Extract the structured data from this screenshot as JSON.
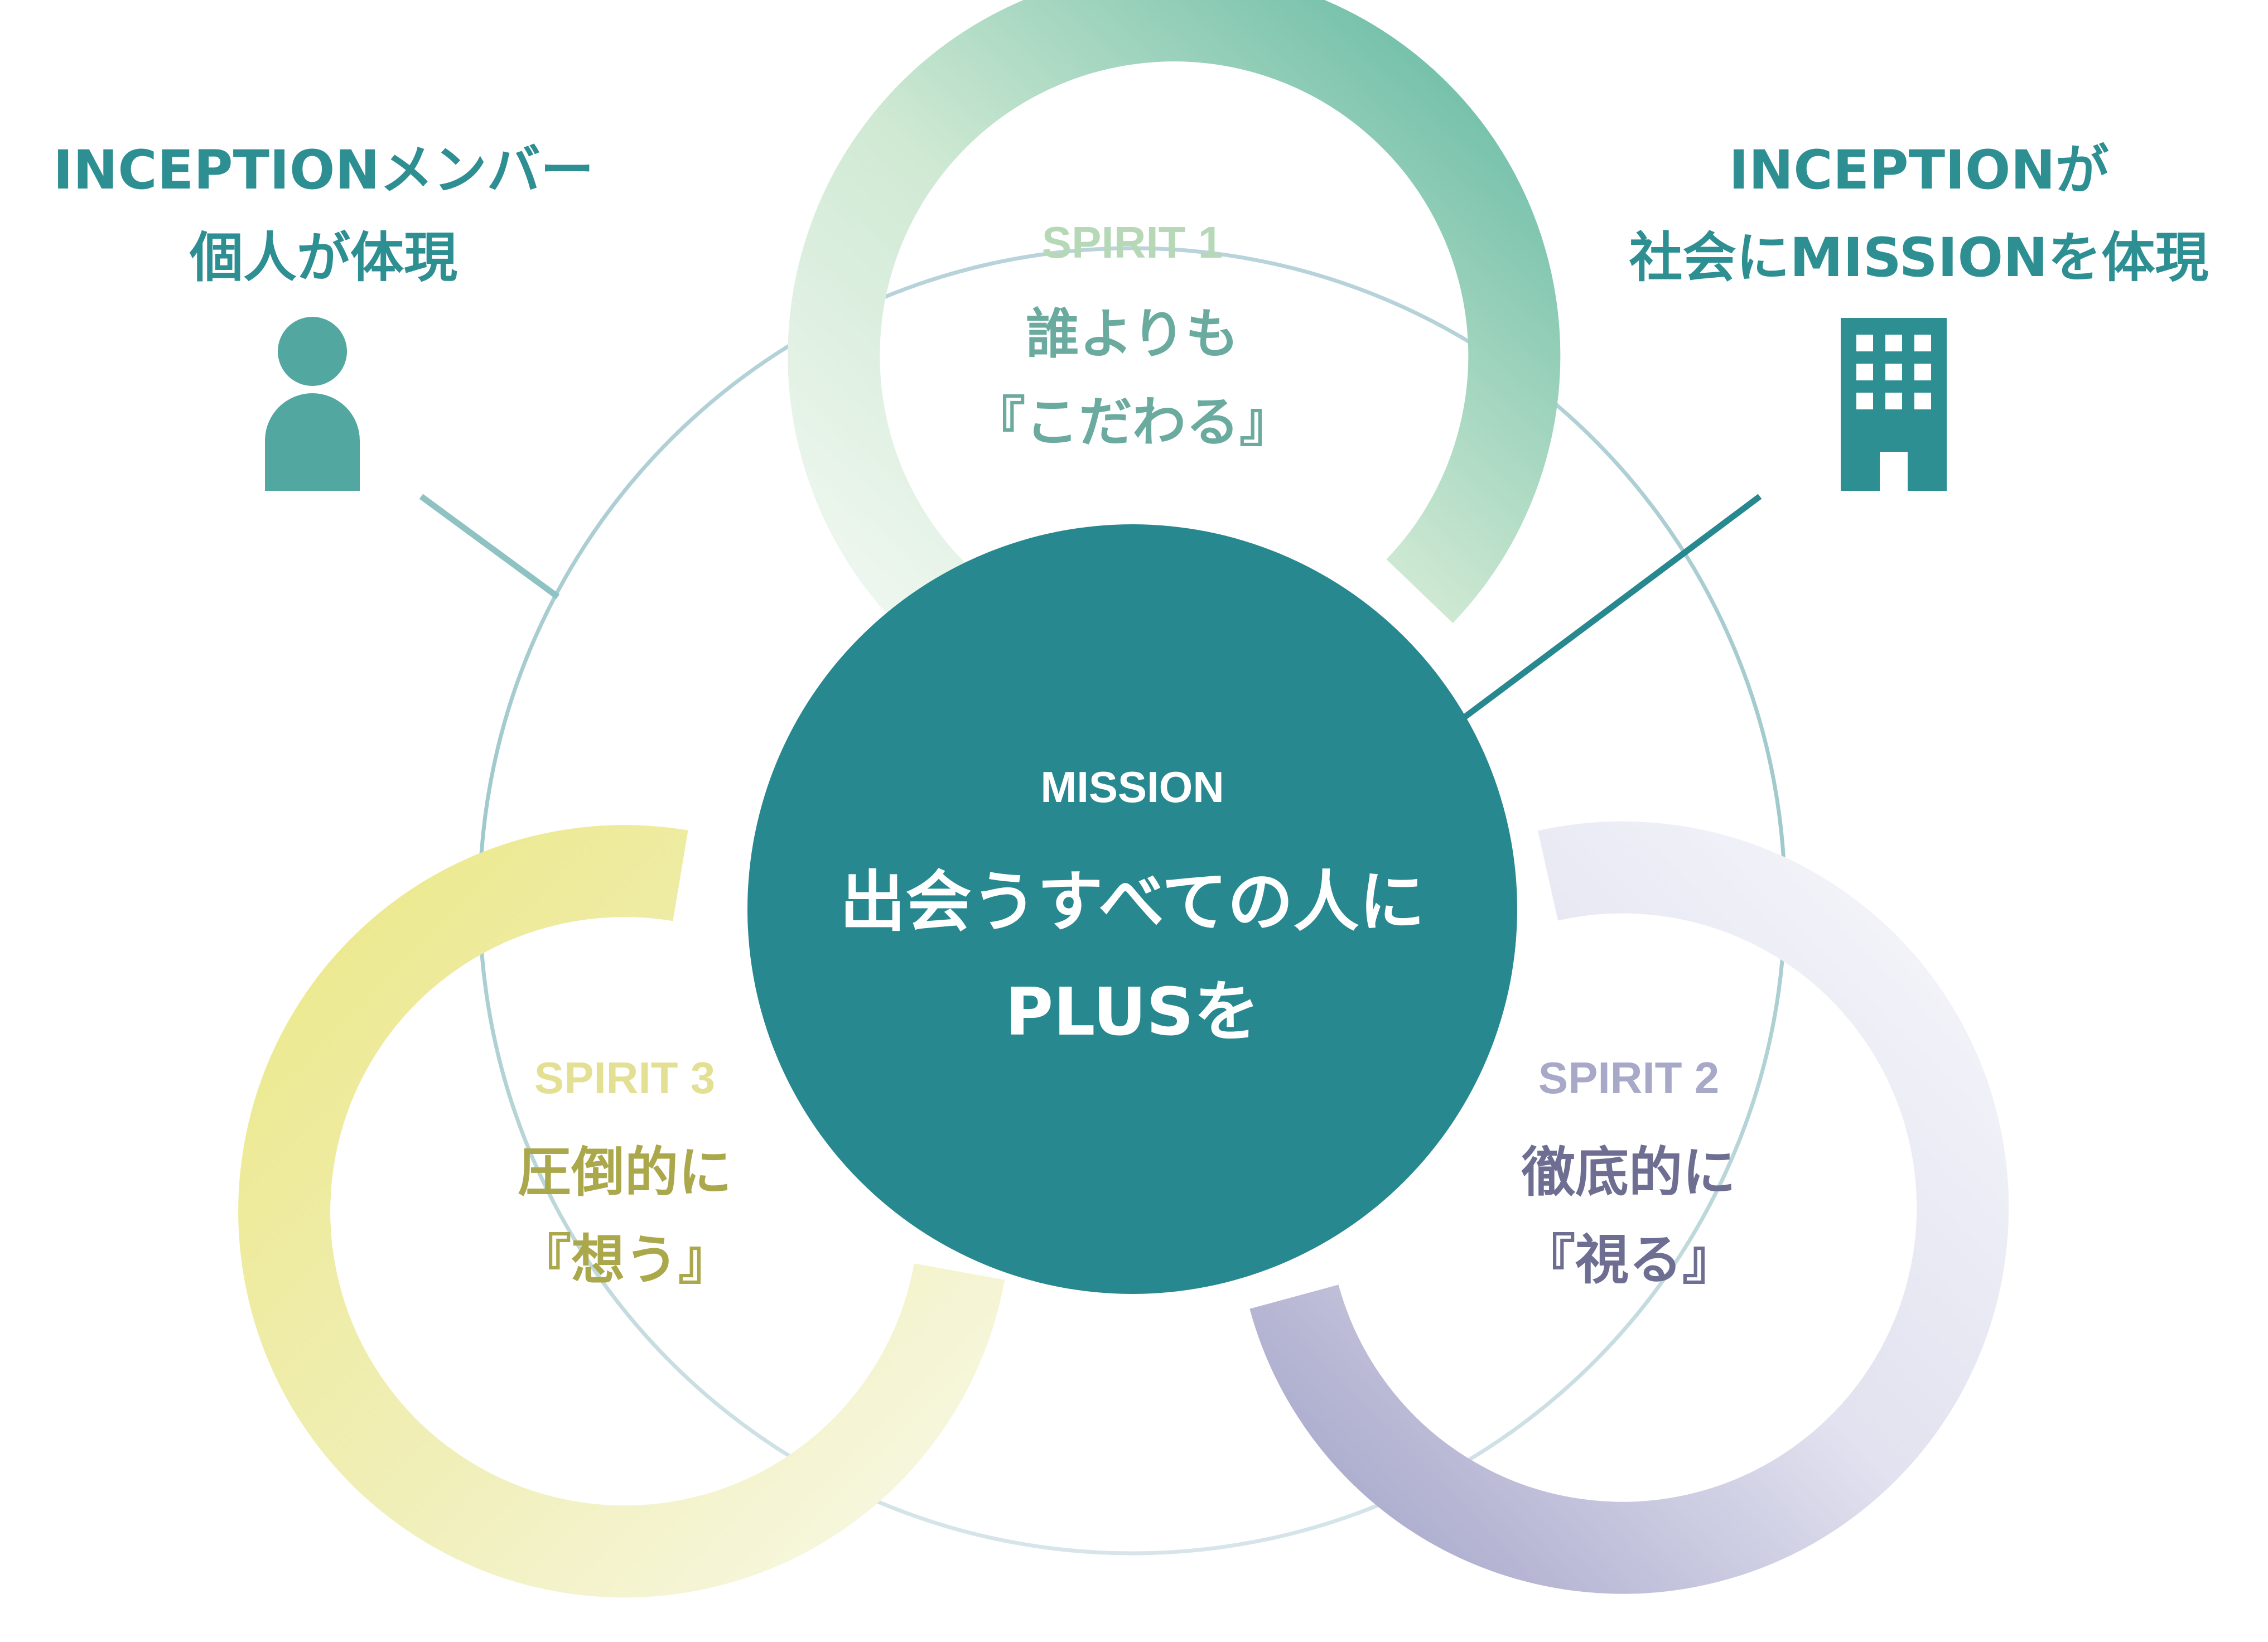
{
  "colors": {
    "teal": "#27888f",
    "teal_label": "#2e8f93",
    "spirit1_tag": "#b7d8b7",
    "spirit1_text": "#6aaa9f",
    "spirit2_tag": "#a8a8c8",
    "spirit2_text": "#6e6e92",
    "spirit3_tag": "#e3e093",
    "spirit3_text": "#aaa84a"
  },
  "left_label": {
    "line1": "INCEPTIONメンバー",
    "line2": "個人が体現",
    "icon": "person-icon"
  },
  "right_label": {
    "line1": "INCEPTIONが",
    "line2": "社会にMISSIONを体現",
    "icon": "building-icon"
  },
  "mission": {
    "tag": "MISSION",
    "line1": "出会うすべての人に",
    "line2": "PLUSを"
  },
  "spirits": [
    {
      "tag": "SPIRIT 1",
      "line1": "誰よりも",
      "line2": "『こだわる』"
    },
    {
      "tag": "SPIRIT 2",
      "line1": "徹底的に",
      "line2": "『視る』"
    },
    {
      "tag": "SPIRIT 3",
      "line1": "圧倒的に",
      "line2": "『想う』"
    }
  ]
}
